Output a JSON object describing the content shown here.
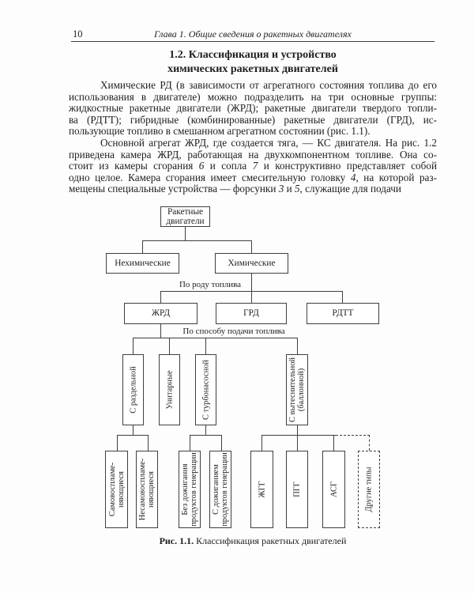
{
  "page": {
    "number": "10",
    "running_head": "Глава 1. Общие сведения о ракетных двигателях"
  },
  "section_title": {
    "line1": "1.2. Классификация и устройство",
    "line2": "химических ракетных двигателей"
  },
  "paragraphs": [
    {
      "lines": [
        [
          {
            "t": "Химические РД (в зависимости от агрегатного состояния топлива до его"
          }
        ],
        [
          {
            "t": "использования в двигателе) можно подразделить на три основные группы:"
          }
        ],
        [
          {
            "t": "жидкостные ракетные двигатели (ЖРД); ракетные двигатели твердого топли-"
          }
        ],
        [
          {
            "t": "ва (РДТТ); гибридные (комбинированные) ракетные двигатели (ГРД), ис-"
          }
        ],
        [
          {
            "t": "пользующие топливо в смешанном агрегатном состоянии (рис. 1.1)."
          }
        ]
      ]
    },
    {
      "lines": [
        [
          {
            "t": "Основной агрегат ЖРД, где создается тяга, — КС двигателя. На рис. 1.2"
          }
        ],
        [
          {
            "t": "приведена камера ЖРД, работающая на двухкомпонентном топливе. Она со-"
          }
        ],
        [
          {
            "t": "стоит из камеры сгорания "
          },
          {
            "t": "6",
            "i": true
          },
          {
            "t": " и сопла "
          },
          {
            "t": "7",
            "i": true
          },
          {
            "t": " и конструктивно представляет собой"
          }
        ],
        [
          {
            "t": "одно целое. Камера сгорания имеет смесительную головку "
          },
          {
            "t": "4",
            "i": true
          },
          {
            "t": ", на которой раз-"
          }
        ],
        [
          {
            "t": "мещены специальные устройства — форсунки "
          },
          {
            "t": "3",
            "i": true
          },
          {
            "t": " и "
          },
          {
            "t": "5",
            "i": true
          },
          {
            "t": ", служащие для подачи"
          }
        ]
      ]
    }
  ],
  "diagram": {
    "root": {
      "line1": "Ракетные",
      "line2": "двигатели"
    },
    "nonchemical": "Нехимические",
    "chemical": "Химические",
    "by_fuel_label": "По роду топлива",
    "zhrd": "ЖРД",
    "grd": "ГРД",
    "rdtt": "РДТТ",
    "by_feed_label": "По способу подачи топлива",
    "feed_separate": "С раздельной",
    "feed_unitary": "Унитарные",
    "feed_turbopump": "С турбонасосной",
    "feed_displacement": {
      "line1": "С вытеснительной",
      "line2": "(баллонной)"
    },
    "self_igniting": {
      "line1": "Самовоспламе-",
      "line2": "няющиеся"
    },
    "non_self_igniting": {
      "line1": "Несамовоспламе-",
      "line2": "няющиеся"
    },
    "without_afterburning": {
      "line1": "Без дожигания",
      "line2": "продуктов генерации"
    },
    "with_afterburning": {
      "line1": "С дожиганием",
      "line2": "продуктов генерации"
    },
    "zhgg": "ЖГГ",
    "pgg": "ПГГ",
    "asg": "АСГ",
    "other_types": "Другие типы"
  },
  "caption": {
    "label": "Рис. 1.1.",
    "text": " Классификация ракетных двигателей"
  }
}
